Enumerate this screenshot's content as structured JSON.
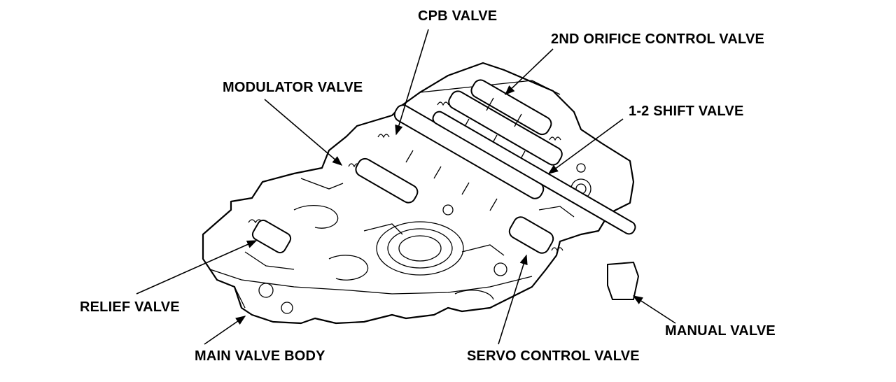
{
  "labels": {
    "cpb_valve": "CPB VALVE",
    "second_orifice_control_valve": "2ND ORIFICE CONTROL VALVE",
    "modulator_valve": "MODULATOR VALVE",
    "one_two_shift_valve": "1-2 SHIFT VALVE",
    "relief_valve": "RELIEF VALVE",
    "manual_valve": "MANUAL VALVE",
    "main_valve_body": "MAIN VALVE BODY",
    "servo_control_valve": "SERVO CONTROL VALVE"
  },
  "colors": {
    "ink": "#000000",
    "paper": "#ffffff"
  }
}
